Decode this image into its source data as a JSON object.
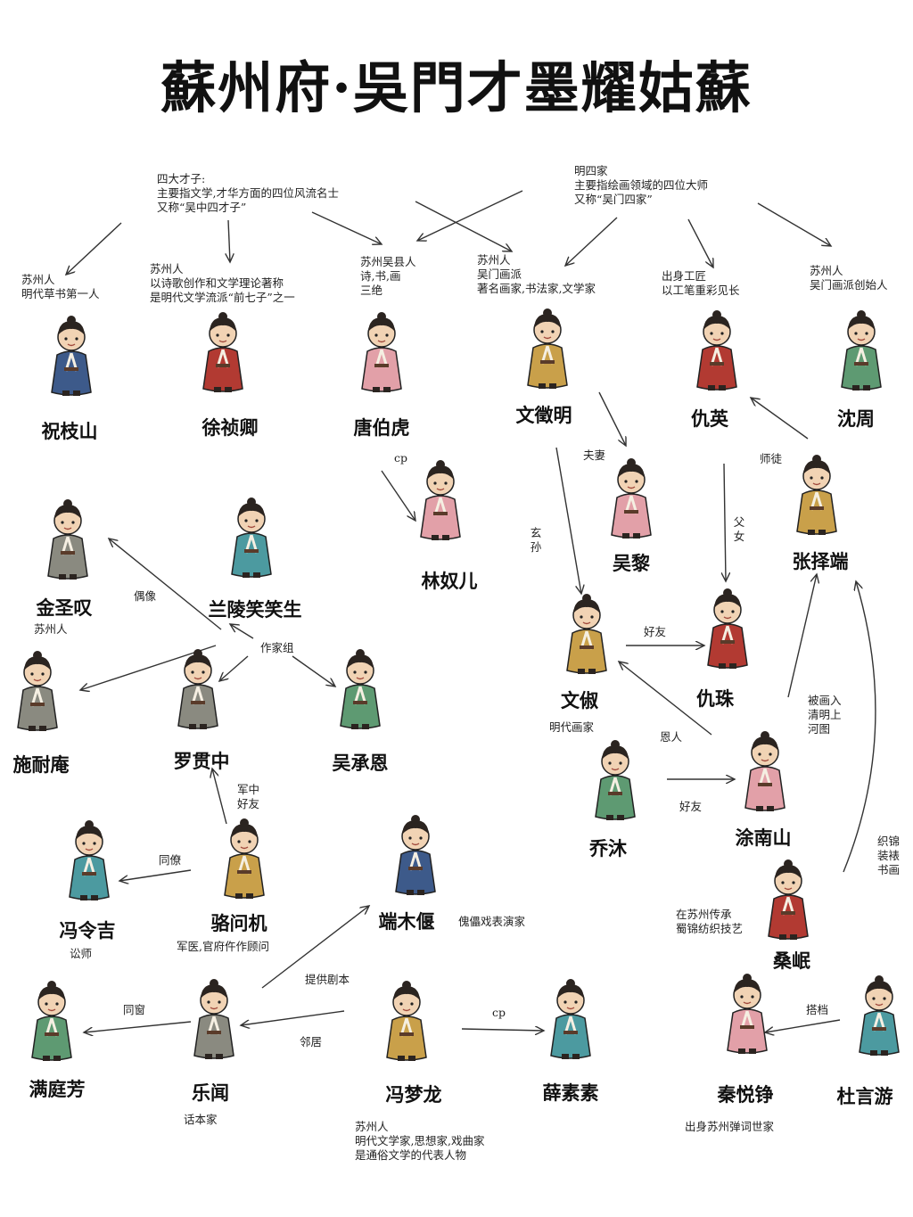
{
  "title": "蘇州府·吳門才墨耀姑蘇",
  "groups": {
    "four_talents": [
      "四大才子:",
      "主要指文学,才华方面的四位风流名士",
      "又称“吴中四才子”"
    ],
    "ming_four": [
      "明四家",
      "主要指绘画领域的四位大师",
      "又称“吴门四家”"
    ]
  },
  "notes": {
    "zhu": [
      "苏州人",
      "明代草书第一人"
    ],
    "xu": [
      "苏州人",
      "以诗歌创作和文学理论著称",
      "是明代文学流派“前七子”之一"
    ],
    "tang": [
      "苏州吴县人",
      "诗,书,画",
      "三绝"
    ],
    "wen": [
      "苏州人",
      "吴门画派",
      "著名画家,书法家,文学家"
    ],
    "qiu": [
      "出身工匠",
      "以工笔重彩见长"
    ],
    "shen": [
      "苏州人",
      "吴门画派创始人"
    ],
    "jin": "苏州人",
    "wenshu": "明代画家",
    "feng_ling": "讼师",
    "luo_wenji": "军医,官府仵作顾问",
    "duanmu": "傀儡戏表演家",
    "sang": [
      "在苏州传承",
      "蜀锦纺织技艺"
    ],
    "le": "话本家",
    "feng_mong": [
      "苏州人",
      "明代文学家,思想家,戏曲家",
      "是通俗文学的代表人物"
    ],
    "qin": "出身苏州弹词世家",
    "zhang_painted": [
      "被画入",
      "清明上",
      "河图"
    ]
  },
  "names": {
    "zhu": "祝枝山",
    "xu": "徐祯卿",
    "tang": "唐伯虎",
    "wen": "文徵明",
    "qiu": "仇英",
    "shen": "沈周",
    "jin": "金圣叹",
    "lanling": "兰陵笑笑生",
    "lin": "林奴儿",
    "wuli": "吴黎",
    "zhang": "张择端",
    "shi": "施耐庵",
    "luo": "罗贯中",
    "wucheng": "吴承恩",
    "wenshu": "文俶",
    "qiuzhu": "仇珠",
    "qiao": "乔沐",
    "tu": "涂南山",
    "fengling": "冯令吉",
    "luowenji": "骆问机",
    "duanmu": "端木偃",
    "sang": "桑岷",
    "man": "满庭芳",
    "le": "乐闻",
    "fengmong": "冯梦龙",
    "xue": "薛素素",
    "qin": "秦悦铮",
    "du": "杜言游"
  },
  "relations": {
    "cp1": "cp",
    "couple": "夫妻",
    "mentor": "师徒",
    "grandchild": "玄孙",
    "father_daughter": "父女",
    "idol": "偶像",
    "writers": "作家组",
    "friend1": "好友",
    "benefactor": "恩人",
    "friend2": "好友",
    "army_friend": "军中好友",
    "colleague": "同僚",
    "brocade": "织锦装裱书画",
    "script": "提供剧本",
    "classmate": "同窗",
    "neighbor": "邻居",
    "cp2": "cp",
    "partner": "搭档"
  },
  "colors": {
    "ink": "#1a1a1a",
    "arrow": "#333333",
    "robe_blue": "#3d5a8a",
    "robe_red": "#b23a32",
    "robe_green": "#5e9a72",
    "robe_yellow": "#c9a04a",
    "robe_teal": "#4c9aa0",
    "robe_pink": "#e2a0a8",
    "robe_gray": "#8a8a80",
    "skin": "#f1d3b4",
    "hair": "#2b2420"
  }
}
